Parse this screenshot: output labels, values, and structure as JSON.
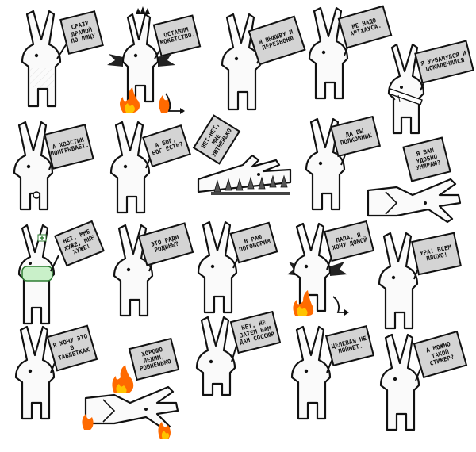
{
  "stickers": [
    {
      "id": "s1",
      "text": "Сразу драмой по лицу"
    },
    {
      "id": "s2",
      "text": "Оставим кокетство."
    },
    {
      "id": "s3",
      "text": "Я выживу и перезвоню"
    },
    {
      "id": "s4",
      "text": "Не надо артхауса."
    },
    {
      "id": "s5",
      "text": "Я урбанулся и покалечился"
    },
    {
      "id": "s6",
      "text": "А хвостик поигрывает."
    },
    {
      "id": "s7",
      "text": "А Бог, Бог есть?"
    },
    {
      "id": "s8",
      "text": "Нет-нет, мне уютненько"
    },
    {
      "id": "s9",
      "text": "Да вы полковник"
    },
    {
      "id": "s10",
      "text": "Я вам удобно умираю?"
    },
    {
      "id": "s11",
      "text": "Нет, мне хуже, мне хуже!"
    },
    {
      "id": "s12",
      "text": "Это ради Родины?"
    },
    {
      "id": "s13",
      "text": "В раю поговорим"
    },
    {
      "id": "s14",
      "text": "Папа, я хочу домой"
    },
    {
      "id": "s15",
      "text": "Ура! Всем плохо!"
    },
    {
      "id": "s16",
      "text": "Я хочу это в таблетках"
    },
    {
      "id": "s17",
      "text": "Хорошо лежим, ровненько"
    },
    {
      "id": "s18",
      "text": "Нет, не затем нам дан соссюр"
    },
    {
      "id": "s19",
      "text": "Целевая не поймет."
    },
    {
      "id": "s20",
      "text": "А можно такой стикер?"
    }
  ],
  "colors": {
    "sign": "#d4d4d4",
    "outline": "#111111",
    "flame_outer": "#ff6a00",
    "flame_inner": "#ffc300",
    "mask": "#c9f0c9"
  }
}
